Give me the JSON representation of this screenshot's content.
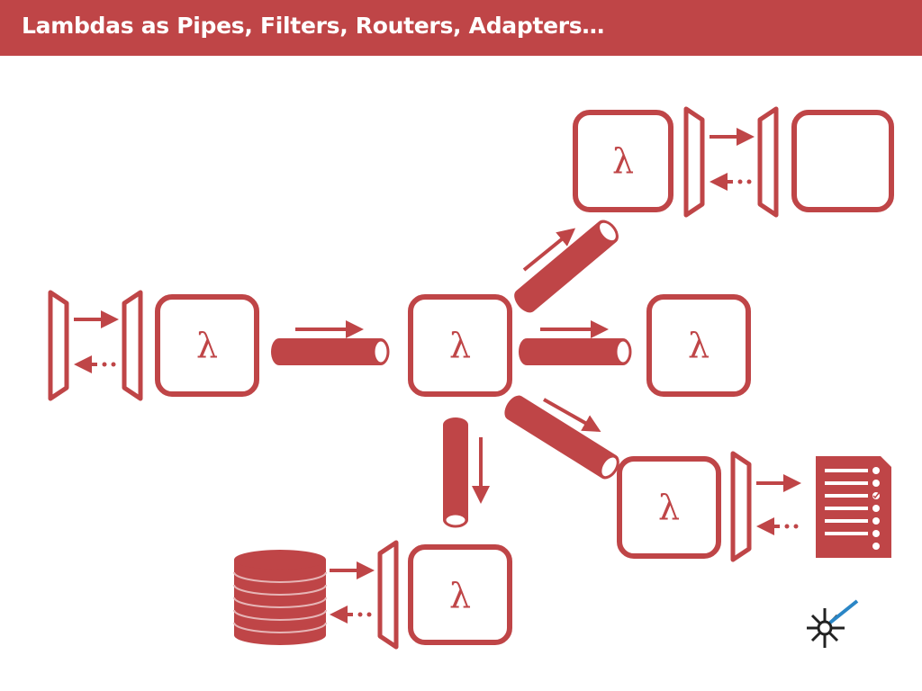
{
  "title": "Lambdas as Pipes, Filters, Routers, Adapters…",
  "colors": {
    "accent": "#bf4547",
    "background": "#ffffff",
    "title_text": "#ffffff",
    "logo_blue": "#2a86c6"
  },
  "nodes": [
    {
      "id": "left",
      "label": "λ"
    },
    {
      "id": "center",
      "label": "λ"
    },
    {
      "id": "right",
      "label": "λ"
    },
    {
      "id": "top-right",
      "label": "λ"
    },
    {
      "id": "bottom-right",
      "label": "λ"
    },
    {
      "id": "bottom",
      "label": "λ"
    },
    {
      "id": "top-right-empty",
      "label": ""
    }
  ],
  "icons": {
    "database": "database-icon",
    "list": "checklist-icon",
    "logo": "starburst-logo-icon"
  }
}
